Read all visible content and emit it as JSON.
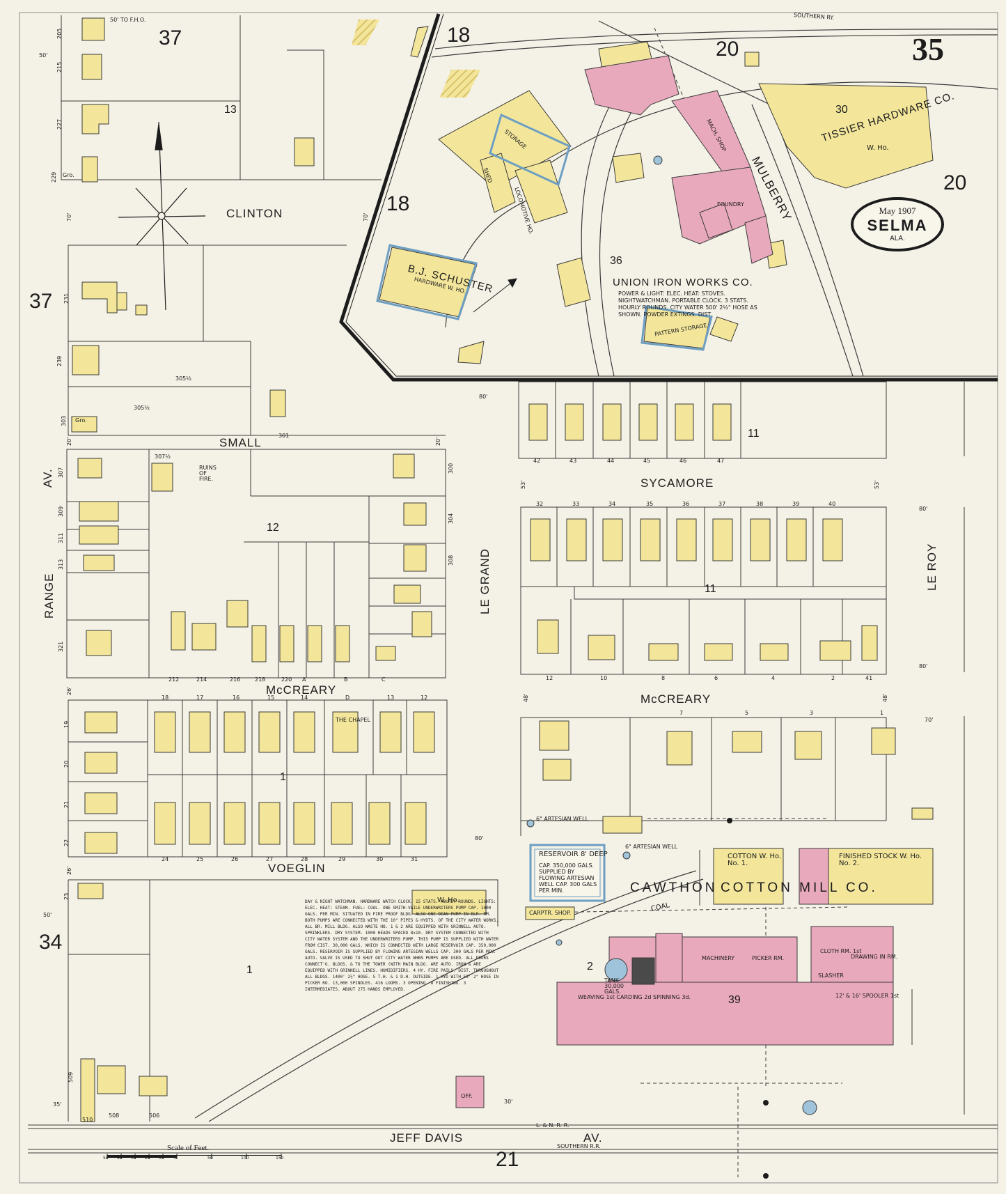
{
  "sheet": {
    "page_number": "35",
    "seal": {
      "date": "May 1907",
      "city": "SELMA",
      "state": "ALA."
    },
    "scale_title": "Scale of Feet.",
    "scale_ticks": [
      "50",
      "40",
      "30",
      "20",
      "10",
      "0",
      "50",
      "100",
      "150"
    ]
  },
  "colors": {
    "paper": "#f4f1e6",
    "frame_dwelling": "#f3e69b",
    "brick": "#e9a9bd",
    "stone_concrete": "#9fc3da",
    "ink": "#1c1c1c"
  },
  "streets": {
    "clinton": "CLINTON",
    "small": "SMALL",
    "mccreary_w": "McCREARY",
    "mccreary_e": "McCREARY",
    "voeglin": "VOEGLIN",
    "jeff_davis": "JEFF DAVIS",
    "jeff_davis_av": "AV.",
    "range": "RANGE",
    "range_av": "AV.",
    "le_grand": "LE GRAND",
    "le_roy": "LE ROY",
    "sycamore": "SYCAMORE",
    "mulberry": "MULBERRY",
    "southern_ry": "SOUTHERN RY.",
    "l_n_rr": "L. & N. R. R.",
    "southern_rr": "SOUTHERN R.R."
  },
  "blocks": {
    "b37_top": "37",
    "b37_left": "37",
    "b34": "34",
    "b13": "13",
    "b12": "12",
    "b11a": "11",
    "b11b": "11",
    "b1a": "1",
    "b1b": "1",
    "b2": "2",
    "b18_top": "18",
    "b18_mid": "18",
    "b20_top": "20",
    "b20_right": "20",
    "b30": "30",
    "b36": "36",
    "b39": "39",
    "b21": "21"
  },
  "businesses": {
    "schuster": "B.J. SCHUSTER",
    "schuster_sub": "HARDWARE W. HO.",
    "tissier": "TISSIER HARDWARE CO.",
    "tissier_sub": "W. Ho.",
    "union_iron": "UNION IRON WORKS CO.",
    "union_iron_notes": "POWER & LIGHT: ELEC. HEAT: STOVES. NIGHTWATCHMAN. PORTABLE CLOCK. 3 STATS. HOURLY ROUNDS. CITY WATER 500' 2½\" HOSE AS SHOWN. POWDER EXTINGS. DIST.",
    "cawthon": "CAWTHON",
    "cotton_mill": "COTTON MILL CO.",
    "cotton_wh1": "COTTON W. Ho. No. 1.",
    "finished_wh2": "FINISHED STOCK W. Ho. No. 2.",
    "reservoir": "RESERVOIR 8' DEEP",
    "reservoir_cap": "CAP. 350,000 GALS. SUPPLIED BY FLOWING ARTESIAN WELL CAP. 300 GALS PER MIN.",
    "artesian_well_1": "6\" ARTESIAN WELL",
    "artesian_well_2": "6\" ARTESIAN WELL",
    "the_chapel": "THE CHAPEL",
    "ruins": "RUINS OF FIRE.",
    "w_ho": "W. Ho.",
    "carp_shop": "CARPTR. SHOP.",
    "coal": "COAL",
    "weaving": "WEAVING 1st CARDING 2d SPINNING 3d.",
    "machinery": "MACHINERY",
    "picker": "PICKER RM.",
    "cloth": "CLOTH RM. 1st",
    "drawing": "DRAWING IN RM.",
    "slasher": "SLASHER",
    "spooler": "12' & 16' SPOOLER 1st",
    "tank": "TANK 30,000 GALS.",
    "mach_shop": "MACH. SHOP",
    "foundry": "FOUNDRY",
    "pattern_storage": "PATTERN STORAGE",
    "locomotive": "LOCOMOTIVE HO.",
    "storage": "STORAGE",
    "shed": "SHED",
    "off": "OFF.",
    "gro1": "Gro.",
    "gro2": "Gro."
  },
  "mill_notes": "DAY & NIGHT WATCHMAN. HARDWARE WATCH CLOCK. 15 STATS. HOURLY ROUNDS. LIGHTS: ELEC. HEAT: STEAM. FUEL: COAL. ONE SMITH-VAILE UNDERWRITERS PUMP CAP. 1000 GALS. PER MIN. SITUATED IN FIRE PROOF BLDG. ALSO ONE DEAN PUMP IN BLR. RM. BOTH PUMPS ARE CONNECTED WITH THE 10\" PIPES & HYDTS. OF THE CITY WATER WORKS. ALL BR. MILL BLDG. ALSO WASTE HO. 1 & 2 ARE EQUIPPED WITH GRINNELL AUTO. SPRINKLERS. DRY SYSTEM. 1000 HEADS SPACED 8x10. DRY SYSTEM CONNECTED WITH CITY WATER SYSTEM AND THE UNDERWRITERS PUMP. THIS PUMP IS SUPPLIED WITH WATER FROM CIST. 30,000 GALS. WHICH IS CONNECTED WITH LARGE RESERVOIR CAP. 350,000 GALS. RESERVOIR IS SUPPLIED BY FLOWING ARTESIAN WELLS CAP. 300 GALS PER MIN. AUTO. VALVE IS USED TO SHUT OUT CITY WATER WHEN PUMPS ARE USED. ALL DOORS CONNECT'G. BLDGS. & TO THE TOWER (WITH MAIN BLDG. ARE AUTO. IRON & ARE EQUIPPED WITH GRINNELL LINES. HUMIDIFIERS. 4 HY. FIRE PAILS. DIST. THROUGHOUT ALL BLDGS. 1400' 2½\" HOSE. 5 T.H. & 1 D.H. OUTSIDE. 1 HYD WITH 50' 2\" HOSE IN PICKER RO. 13,000 SPINDLES. 416 LOOMS. 3 OPENING. 8 FINISHING. 3 INTERMEDIATES. ABOUT 275 HANDS EMPLOYED.",
  "house_numbers": {
    "n42": "42",
    "n43": "43",
    "n44": "44",
    "n45": "45",
    "n46": "46",
    "n47": "47",
    "n32": "32",
    "n33": "33",
    "n34": "34",
    "n35": "35",
    "n36": "36",
    "n37": "37",
    "n38": "38",
    "n39": "39",
    "n40": "40",
    "n12": "12",
    "n10": "10",
    "n8": "8",
    "n6": "6",
    "n4": "4",
    "n2": "2",
    "n41": "41",
    "n7": "7",
    "n5": "5",
    "n3": "3",
    "n1": "1",
    "n212": "212",
    "n214": "214",
    "n216": "216",
    "n218": "218",
    "n220": "220",
    "nA": "A",
    "nB": "B",
    "nC": "C",
    "n18": "18",
    "n17": "17",
    "n16": "16",
    "n15": "15",
    "n14": "14",
    "nD": "D",
    "n13": "13",
    "n12b": "12",
    "n24": "24",
    "n25": "25",
    "n26": "26",
    "n27": "27",
    "n28": "28",
    "n29": "29",
    "n30": "30",
    "n31": "31",
    "n205": "205",
    "n215": "215",
    "n227": "227",
    "n229": "229",
    "n231": "231",
    "n239": "239",
    "n303": "303",
    "n307": "307",
    "n309": "309",
    "n311": "311",
    "n313": "313",
    "n321": "321",
    "n305a": "305½",
    "n305b": "305½",
    "n307b": "307½",
    "n301": "301",
    "n300": "300",
    "n304": "304",
    "n308": "308",
    "n19": "19",
    "n20": "20",
    "n21": "21",
    "n22": "22",
    "n23": "23",
    "n509": "509",
    "n510": "510",
    "n508": "508",
    "n506": "506"
  },
  "widths": {
    "w50a": "50'",
    "w70a": "70'",
    "w70b": "70'",
    "w20a": "20'",
    "w20b": "20'",
    "w80a": "80'",
    "w53a": "53'",
    "w53b": "53'",
    "w80b": "80'",
    "w80c": "80'",
    "w26": "26'",
    "w48a": "48'",
    "w48b": "48'",
    "w70c": "70'",
    "w80d": "80'",
    "w50b": "50'",
    "w35": "35'",
    "w30": "30'",
    "w50c": "50' TO F.H.O.",
    "w26b": "26'"
  }
}
